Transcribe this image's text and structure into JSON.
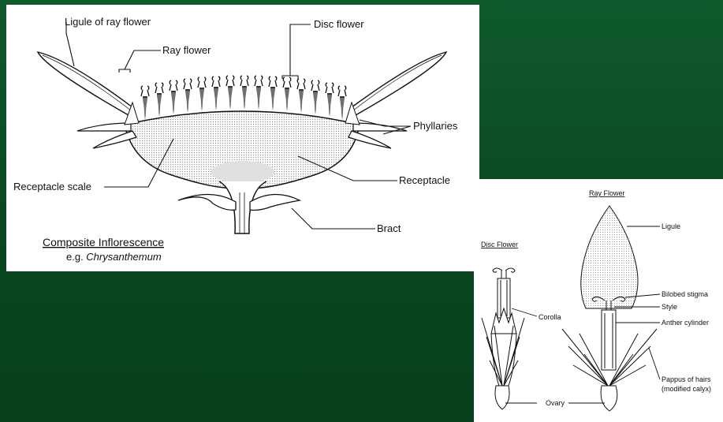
{
  "composite": {
    "labels": {
      "ligule_of_ray_flower": "Ligule of ray flower",
      "ray_flower": "Ray flower",
      "disc_flower": "Disc flower",
      "phyllaries": "Phyllaries",
      "receptacle_scale": "Receptacle scale",
      "receptacle": "Receptacle",
      "bract": "Bract"
    },
    "caption_title": "Composite Inflorescence",
    "caption_prefix": "e.g. ",
    "caption_example": "Chrysanthemum"
  },
  "flowers": {
    "disc_title": "Disc Flower",
    "ray_title": "Ray Flower",
    "labels": {
      "ligule": "Ligule",
      "bilobed_stigma": "Bilobed stigma",
      "style": "Style",
      "anther_cylinder": "Anther cylinder",
      "corolla": "Corolla",
      "pappus_line1": "Pappus of hairs",
      "pappus_line2": "(modified calyx)",
      "ovary": "Ovary"
    }
  },
  "colors": {
    "background_top": "#0f5a2c",
    "background_bottom": "#083f1c",
    "panel": "#ffffff",
    "stipple": "#d9d9d9"
  }
}
